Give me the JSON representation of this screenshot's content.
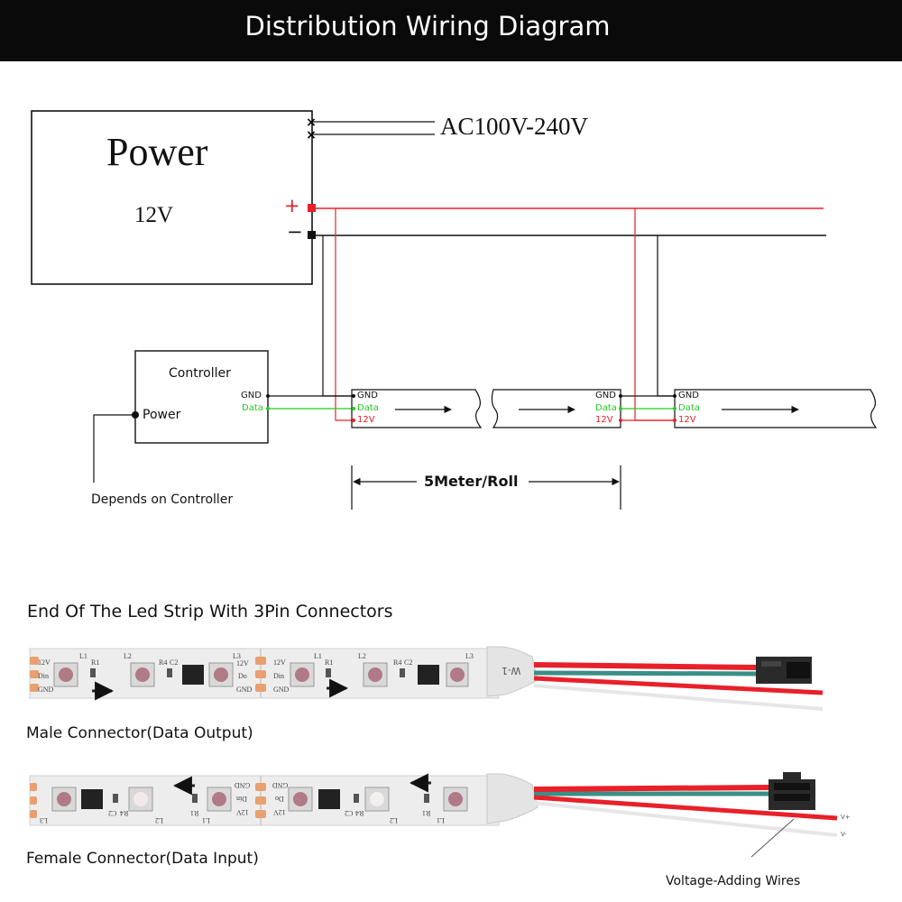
{
  "header": {
    "title": "Distribution Wiring Diagram"
  },
  "power_supply": {
    "title": "Power",
    "voltage": "12V",
    "plus_sign": "+",
    "minus_sign": "−",
    "ac_input": "AC100V-240V"
  },
  "controller": {
    "title": "Controller",
    "gnd": "GND",
    "data": "Data",
    "power": "Power",
    "power_note": "Depends on Controller"
  },
  "strip_pins": {
    "gnd": "GND",
    "data": "Data",
    "v12": "12V"
  },
  "roll_length": "5Meter/Roll",
  "connector_section": {
    "heading": "End Of The Led Strip With 3Pin Connectors",
    "male_caption": "Male Connector(Data Output)",
    "female_caption": "Female Connector(Data Input)",
    "voltage_wires_caption": "Voltage-Adding Wires",
    "strip_marks": {
      "v12": "12V",
      "din": "Din",
      "gnd": "GND",
      "do": "Do",
      "l1": "L1",
      "l2": "L2",
      "l3": "L3",
      "r1": "R1",
      "r4": "R4",
      "c2": "C2",
      "tail": "W-1",
      "vplus": "V+",
      "vminus": "V-"
    }
  },
  "colors": {
    "red_wire": "#e8202a",
    "black_wire": "#111111",
    "data_wire": "#22cc22",
    "teal_wire": "#3a8f86"
  }
}
